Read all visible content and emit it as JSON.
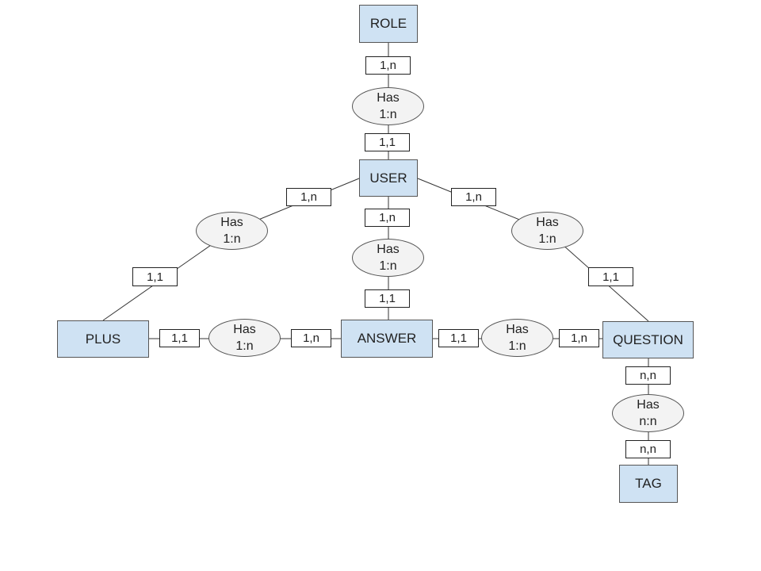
{
  "entities": {
    "role": "ROLE",
    "user": "USER",
    "plus": "PLUS",
    "answer": "ANSWER",
    "question": "QUESTION",
    "tag": "TAG"
  },
  "relationships": {
    "role_user": {
      "name": "Has",
      "type": "1:n"
    },
    "user_plus": {
      "name": "Has",
      "type": "1:n"
    },
    "user_answer": {
      "name": "Has",
      "type": "1:n"
    },
    "user_question": {
      "name": "Has",
      "type": "1:n"
    },
    "plus_answer": {
      "name": "Has",
      "type": "1:n"
    },
    "answer_question": {
      "name": "Has",
      "type": "1:n"
    },
    "question_tag": {
      "name": "Has",
      "type": "n:n"
    }
  },
  "cardinalities": {
    "role_side": "1,n",
    "user_role_side": "1,1",
    "user_plus_side": "1,n",
    "plus_user_side": "1,1",
    "user_answer_side": "1,n",
    "answer_user_side": "1,1",
    "user_question_side": "1,n",
    "question_user_side": "1,1",
    "plus_answer_side": "1,1",
    "answer_plus_side": "1,n",
    "answer_question_side": "1,1",
    "question_answer_side": "1,n",
    "question_tag_side": "n,n",
    "tag_question_side": "n,n"
  },
  "colors": {
    "entity_fill": "#cfe2f3",
    "relationship_fill": "#f3f3f3",
    "cardinality_fill": "#ffffff",
    "stroke": "#555555"
  }
}
